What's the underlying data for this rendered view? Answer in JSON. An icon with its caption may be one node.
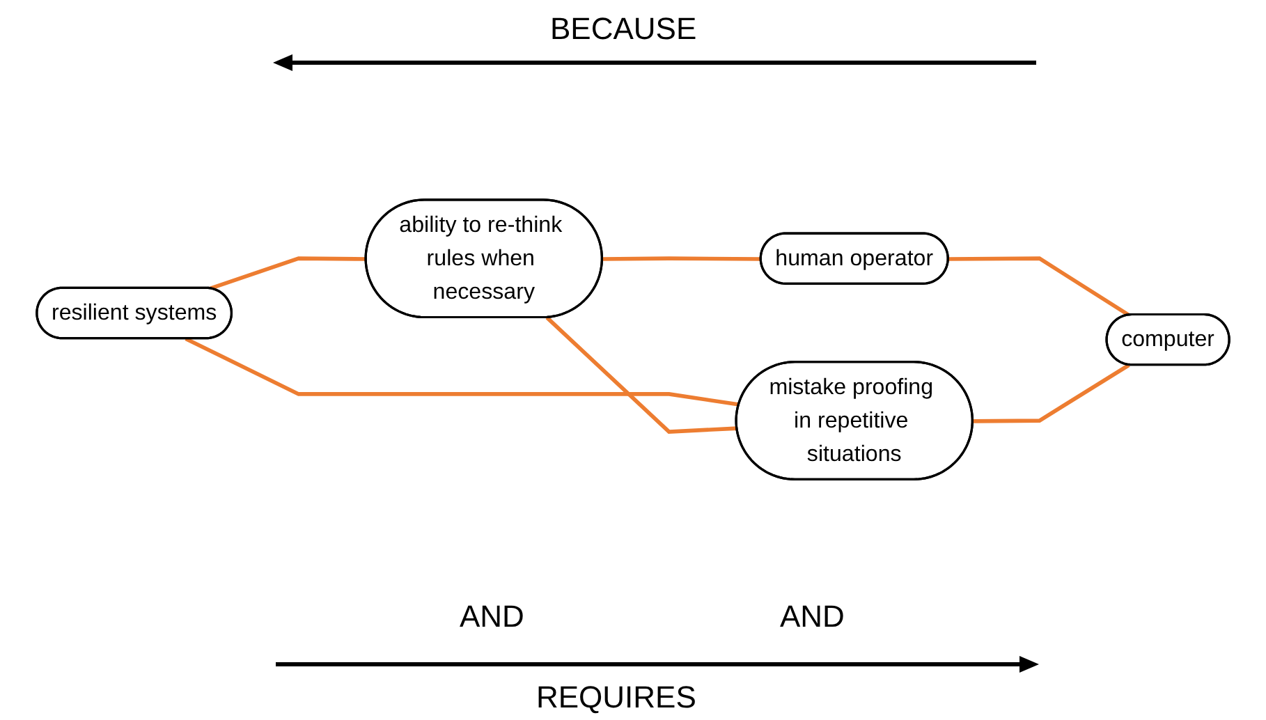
{
  "diagram": {
    "nodes": [
      {
        "text": [
          "resilient systems"
        ]
      },
      {
        "text": [
          "ability to re-think rules when necessary"
        ]
      },
      {
        "text": [
          "mistake proofing in repetitive situations"
        ]
      },
      {
        "text": [
          "human operator"
        ]
      },
      {
        "text": [
          "computer"
        ]
      }
    ],
    "edges": [
      {
        "from": 0,
        "to": 1,
        "arrow": "none"
      },
      {
        "from": 0,
        "to": 2,
        "arrow": "none"
      },
      {
        "from": 1,
        "to": 2,
        "arrow": "none"
      },
      {
        "from": 1,
        "to": 3,
        "arrow": "none"
      },
      {
        "from": 3,
        "to": 4,
        "arrow": "none"
      },
      {
        "from": 2,
        "to": 4,
        "arrow": "none"
      }
    ],
    "labels": [
      "BECAUSE",
      "AND",
      "AND",
      "REQUIRES"
    ]
  }
}
